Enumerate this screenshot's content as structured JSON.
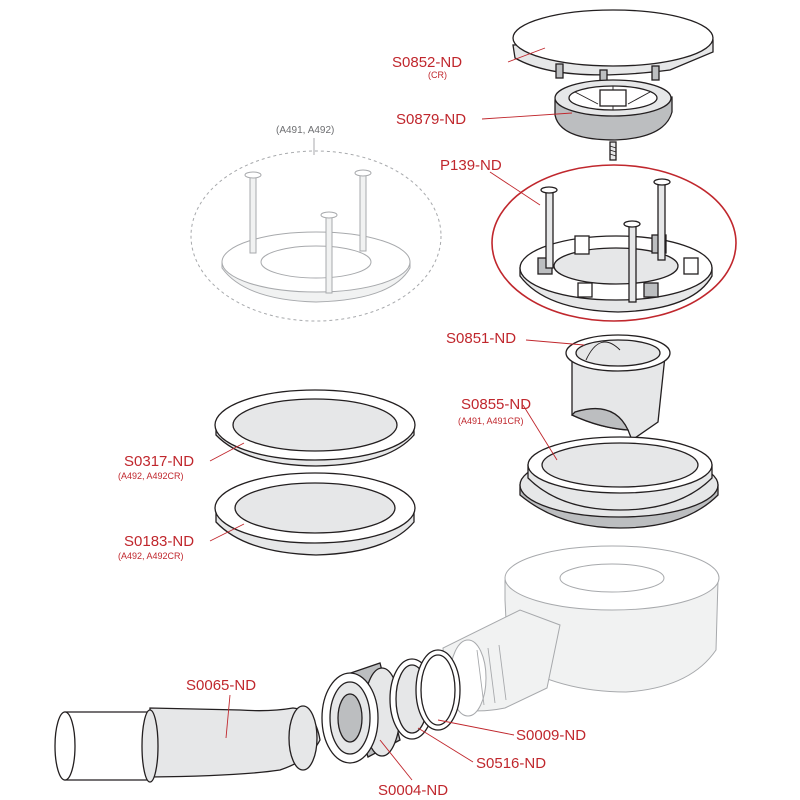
{
  "labels": {
    "s0852": "S0852-ND",
    "s0852_sub": "(CR)",
    "s0879": "S0879-ND",
    "p139": "P139-ND",
    "ghost_sub": "(A491, A492)",
    "s0851": "S0851-ND",
    "s0855": "S0855-ND",
    "s0855_sub": "(A491, A491CR)",
    "s0317": "S0317-ND",
    "s0317_sub": "(A492, A492CR)",
    "s0183": "S0183-ND",
    "s0183_sub": "(A492, A492CR)",
    "s0065": "S0065-ND",
    "s0009": "S0009-ND",
    "s0516": "S0516-ND",
    "s0004": "S0004-ND"
  },
  "colors": {
    "label": "#c0272d",
    "outline": "#231f20",
    "ghost": "#a7a9ac",
    "highlight_ring": "#c0272d"
  }
}
